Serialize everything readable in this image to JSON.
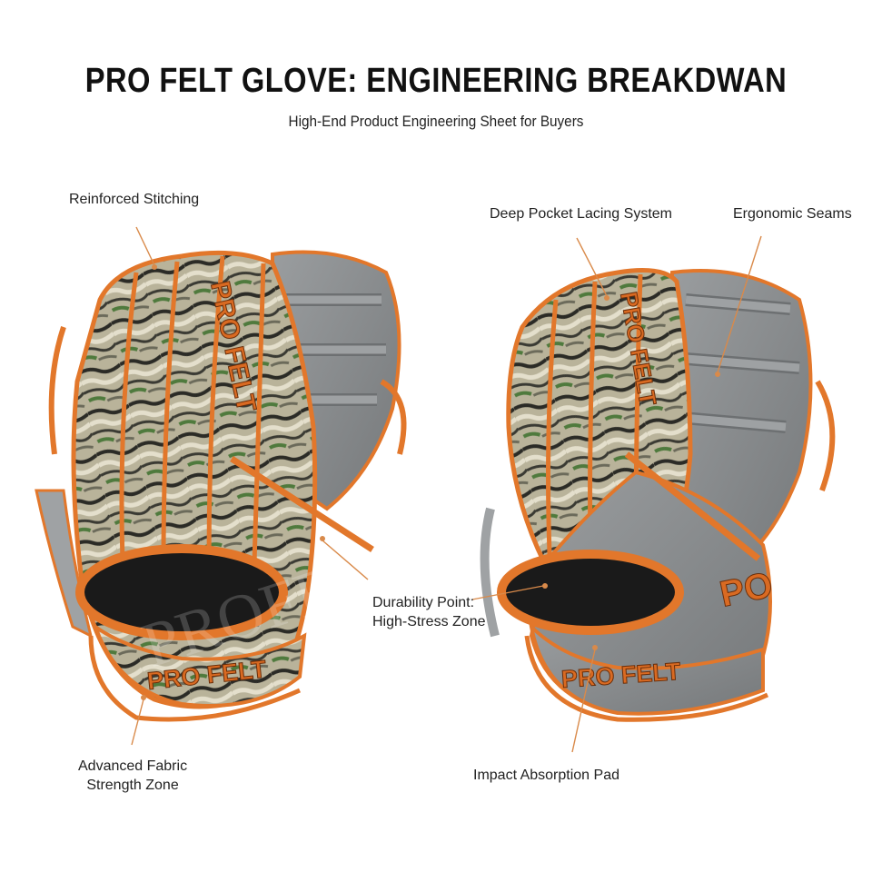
{
  "header": {
    "title": "PRO FELT GLOVE: ENGINEERING BREAKDWAN",
    "subtitle": "High-End Product Engineering Sheet for Buyers"
  },
  "callouts": {
    "reinforced_stitching": "Reinforced Stitching",
    "deep_pocket": "Deep Pocket Lacing System",
    "ergonomic_seams": "Ergonomic Seams",
    "durability_line1": "Durability Point:",
    "durability_line2": "High-Stress Zone",
    "fabric_line1": "Advanced Fabric",
    "fabric_line2": "Strength Zone",
    "impact_pad": "Impact Absorption Pad"
  },
  "gloves": {
    "brand_label": "PRO FELT",
    "brand_short": "PO",
    "watermark": "PROFELT"
  },
  "colors": {
    "lace_orange": "#e2772b",
    "leather_gray": "#8a8d8f",
    "camo_light": "#cfc9b4",
    "camo_dark": "#2b2b26",
    "camo_green": "#4f7a3d"
  }
}
